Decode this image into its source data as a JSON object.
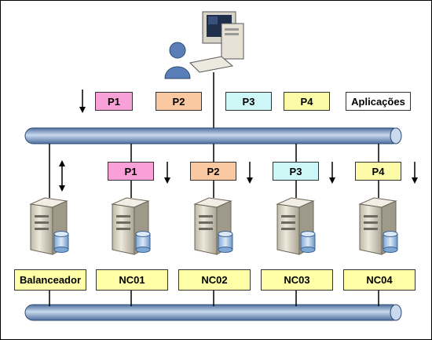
{
  "top_row": {
    "processes": [
      {
        "label": "P1",
        "color": "#f9a0d8"
      },
      {
        "label": "P2",
        "color": "#fbc9a1"
      },
      {
        "label": "P3",
        "color": "#cdf7f7"
      },
      {
        "label": "P4",
        "color": "#fbfba8"
      }
    ],
    "legend_label": "Aplicações"
  },
  "node_processes": [
    {
      "label": "P1",
      "color": "#f9a0d8"
    },
    {
      "label": "P2",
      "color": "#fbc9a1"
    },
    {
      "label": "P3",
      "color": "#cdf7f7"
    },
    {
      "label": "P4",
      "color": "#fbfba8"
    }
  ],
  "nodes": [
    {
      "label": "Balanceador"
    },
    {
      "label": "NC01"
    },
    {
      "label": "NC02"
    },
    {
      "label": "NC03"
    },
    {
      "label": "NC04"
    }
  ],
  "colors": {
    "bus_light": "#c9d9ee",
    "bus_dark": "#4c6e9e",
    "node_label_fill": "#ffffa8",
    "server_body": "#d9d4c4",
    "db_fill": "#b9d5ef",
    "user_fill": "#5a7fb8"
  }
}
